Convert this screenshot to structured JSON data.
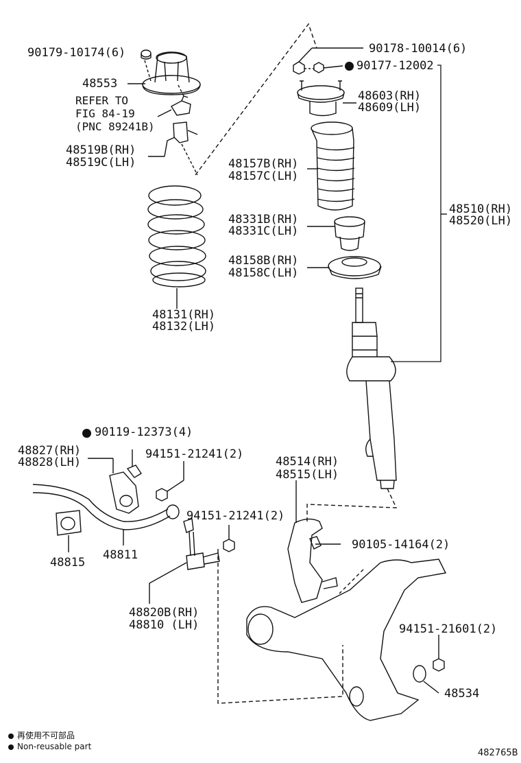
{
  "parts": {
    "p90179": "90179-10174(6)",
    "p48553": "48553",
    "refer1": "REFER TO",
    "refer2": "FIG 84-19",
    "refer3": "(PNC 89241B)",
    "p48519b": "48519B(RH)",
    "p48519c": "48519C(LH)",
    "p90178": "90178-10014(6)",
    "p90177": "90177-12002",
    "p48603": "48603(RH)",
    "p48609": "48609(LH)",
    "p48157b": "48157B(RH)",
    "p48157c": "48157C(LH)",
    "p48510": "48510(RH)",
    "p48520": "48520(LH)",
    "p48331b": "48331B(RH)",
    "p48331c": "48331C(LH)",
    "p48158b": "48158B(RH)",
    "p48158c": "48158C(LH)",
    "p48131": "48131(RH)",
    "p48132": "48132(LH)",
    "p90119": "90119-12373(4)",
    "p48827": "48827(RH)",
    "p48828": "48828(LH)",
    "p94151a": "94151-21241(2)",
    "p48514": "48514(RH)",
    "p48515": "48515(LH)",
    "p94151b": "94151-21241(2)",
    "p48815": "48815",
    "p48811": "48811",
    "p90105": "90105-14164(2)",
    "p48820b": "48820B(RH)",
    "p48810": "48810 (LH)",
    "p94151c": "94151-21601(2)",
    "p48534": "48534"
  },
  "legend": {
    "line1": "再使用不可部品",
    "line2": "Non-reusable part"
  },
  "figure_ref": "482765B"
}
